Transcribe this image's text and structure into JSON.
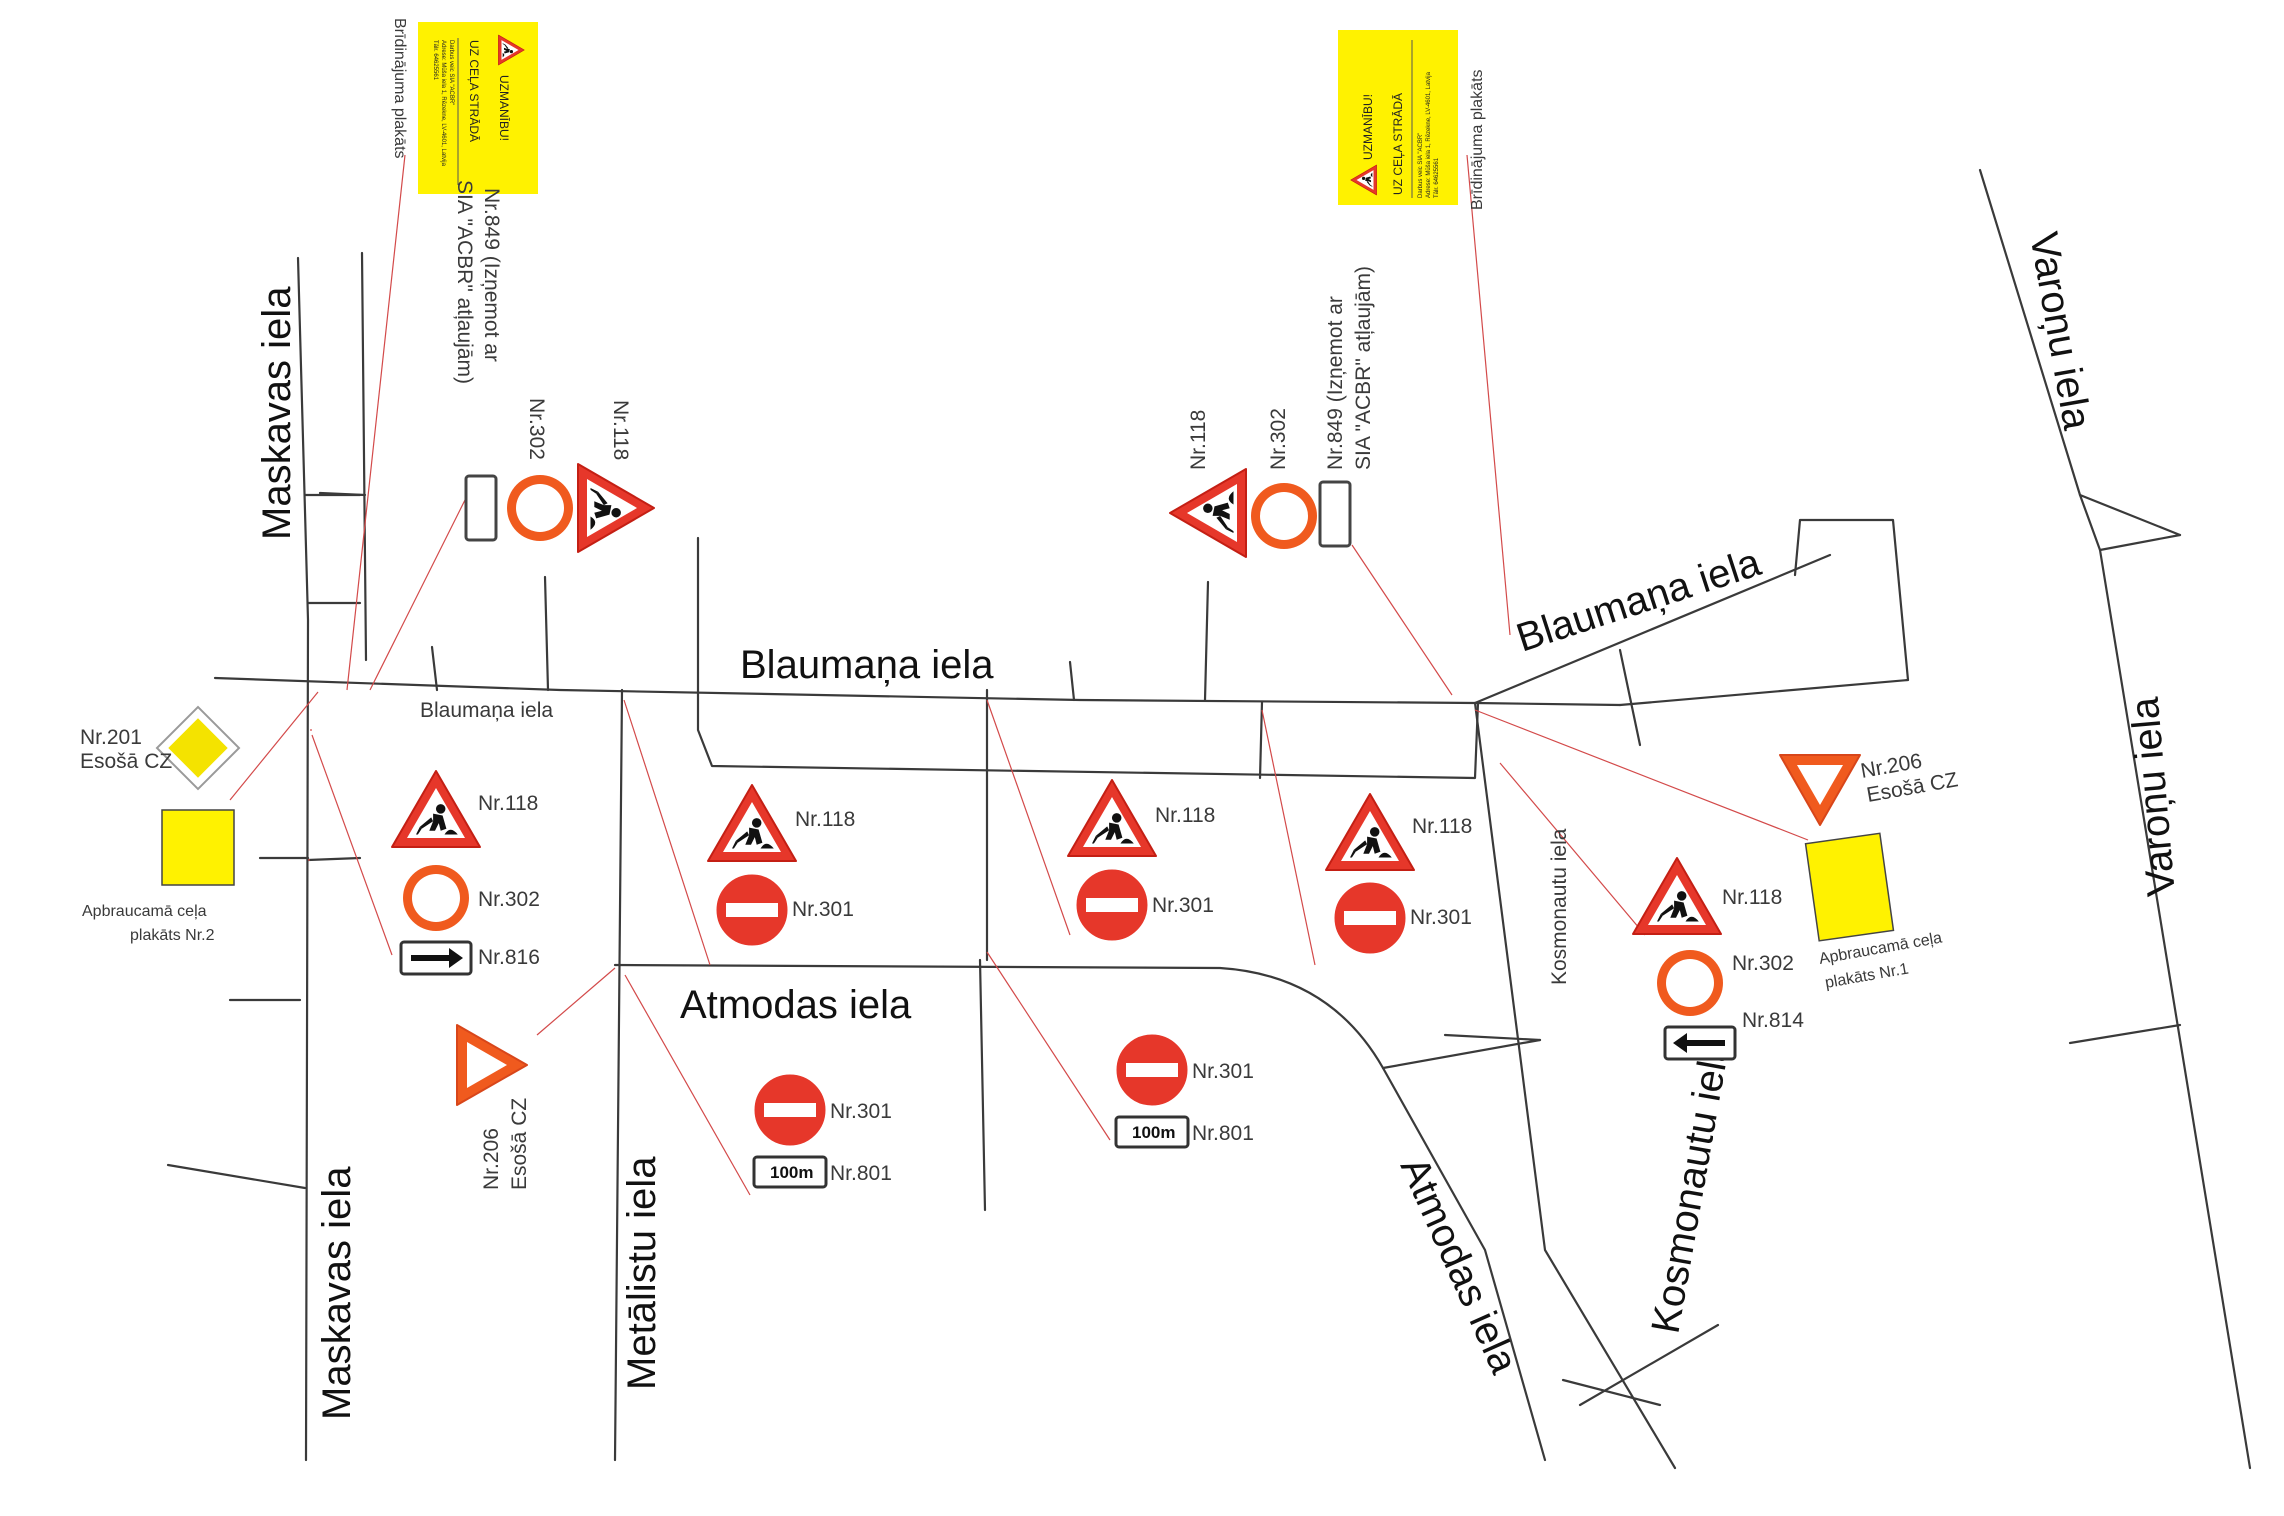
{
  "streets": {
    "maskavas_top": "Maskavas iela",
    "maskavas_bottom": "Maskavas iela",
    "blaumana_main": "Blaumaņa iela",
    "blaumana_small": "Blaumaņa iela",
    "blaumana_east": "Blaumaņa iela",
    "atmodas_main": "Atmodas iela",
    "atmodas_diag": "Atmodas iela",
    "metalistu": "Metālistu iela",
    "kosmonautu_small": "Kosmonautu iela",
    "kosmonautu_big": "Kosmonautu iela",
    "varonu_top": "Varoņu iela",
    "varonu_right": "Varoņu iela"
  },
  "labels": {
    "nr118": "Nr.118",
    "nr302": "Nr.302",
    "nr301": "Nr.301",
    "nr816": "Nr.816",
    "nr814": "Nr.814",
    "nr801": "Nr.801",
    "nr206": "Nr.206",
    "nr201": "Nr.201",
    "esosa_cz": "Esošā CZ",
    "plate_100m": "100m",
    "plakats2_l1": "Apbraucamā ceļa",
    "plakats2_l2": "plakāts Nr.2",
    "plakats1_l1": "Apbraucamā ceļa",
    "plakats1_l2": "plakāts Nr.1",
    "bridinajuma": "Brīdinājuma plakāts",
    "nr849_l1": "Nr.849 (Izņemot ar",
    "nr849_l2": "SIA \"ACBR\" atļaujām)",
    "poster_uzmanibu": "UZMANĪBU!",
    "poster_uz_cela": "UZ CEĻA STRĀDĀ",
    "poster_sia": "SIA \"ACBR\"",
    "poster_f1": "Darbus veic SIA \"ACBR\"",
    "poster_f2": "Adrese: Mūša iela 1, Rēzekne, LV-4601, Latvija",
    "poster_f3": "Tālr. 64625561"
  },
  "colors": {
    "sign_red": "#e6372a",
    "sign_orange": "#f05a1e",
    "poster_yellow": "#fff200",
    "diamond_yellow": "#f4e300",
    "road_line": "#3a3a3a",
    "leader_line": "#d34a4a"
  }
}
